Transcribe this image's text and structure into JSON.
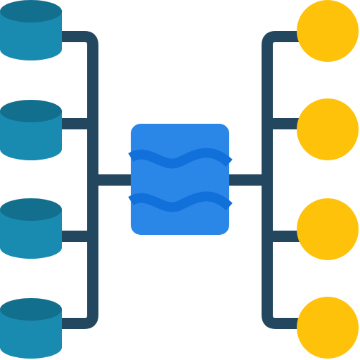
{
  "icon": {
    "name": "data-lake-icon",
    "colors": {
      "connector": "#23475F",
      "database_body": "#1A8BB0",
      "database_top": "#136F8E",
      "hub_fill": "#2A87E8",
      "wave": "#1270DB",
      "output_node": "#FFC20A"
    },
    "databases": [
      {
        "name": "database-icon-1"
      },
      {
        "name": "database-icon-2"
      },
      {
        "name": "database-icon-3"
      },
      {
        "name": "database-icon-4"
      }
    ],
    "outputs": [
      {
        "name": "output-node-1"
      },
      {
        "name": "output-node-2"
      },
      {
        "name": "output-node-3"
      },
      {
        "name": "output-node-4"
      }
    ]
  }
}
